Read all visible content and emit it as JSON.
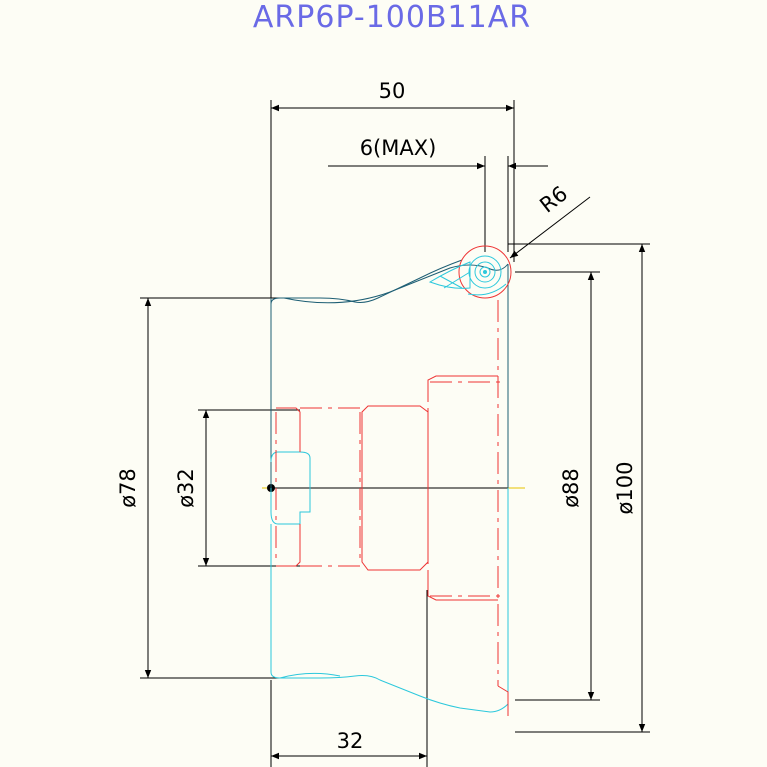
{
  "title": "ARP6P-100B11AR",
  "dimensions": {
    "overall_length": "50",
    "flange_width": "6(MAX)",
    "radius": "R6",
    "bore_diameter": "ø32",
    "hub_diameter": "ø78",
    "tread_diameter": "ø88",
    "outer_diameter": "ø100",
    "hub_length": "32"
  },
  "colors": {
    "title": "#6a6ae6",
    "hidden_lines": "#e33333",
    "profile_lines": "#2cc8dc",
    "outline_lines": "#1d5e74",
    "dimension_lines": "#000000"
  }
}
